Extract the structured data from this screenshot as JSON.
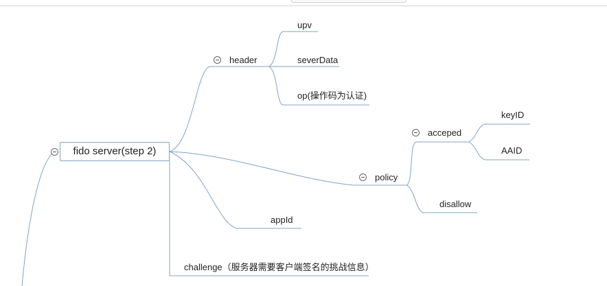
{
  "mindmap": {
    "root": {
      "label": "fido server(step 2)"
    },
    "header": {
      "label": "header",
      "children": [
        "upv",
        "severData",
        "op(操作码为认证)"
      ]
    },
    "policy": {
      "label": "policy",
      "accepted": {
        "label": "acceped",
        "children": [
          "keyID",
          "AAID"
        ]
      },
      "disallowed": {
        "label": "disallow"
      }
    },
    "appId": {
      "label": "appId"
    },
    "challenge": {
      "label": "challenge（服务器需要客户端签名的挑战信息）"
    }
  },
  "colors": {
    "connector": "#7fa3c7",
    "root_border": "#7fa3c7",
    "text": "#222222"
  }
}
